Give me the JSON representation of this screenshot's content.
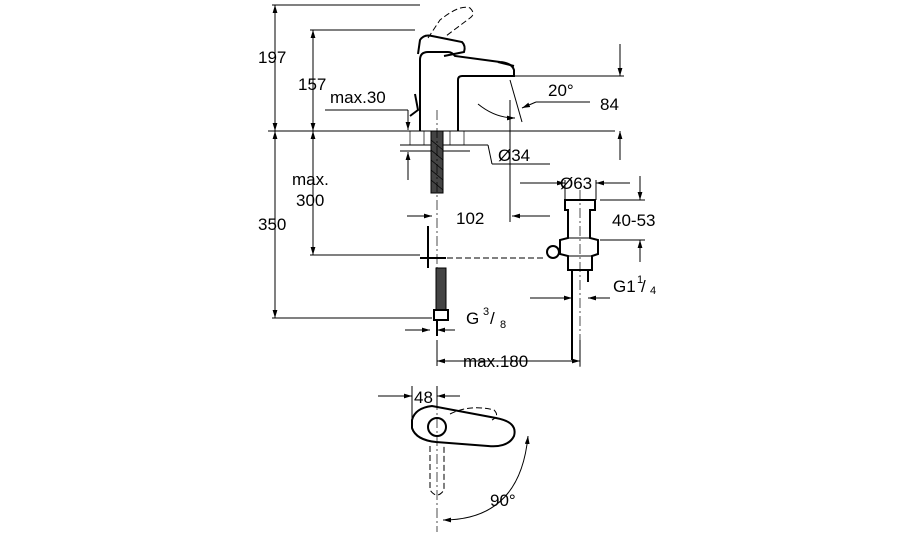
{
  "dimensions": {
    "height_total": "197",
    "height_spout": "157",
    "max_deck": "max.30",
    "angle_spout": "20°",
    "reach": "84",
    "hole_diameter": "Ø34",
    "max_label": "max.",
    "max_value": "300",
    "waste_diameter": "Ø63",
    "projection": "102",
    "waste_height": "40-53",
    "height_below": "350",
    "waste_thread": "G1",
    "waste_thread_num": "1",
    "waste_thread_den": "4",
    "supply_thread": "G",
    "supply_thread_num": "3",
    "supply_thread_den": "8",
    "max_depth": "max.180",
    "lever_width": "48",
    "lever_angle": "90°"
  }
}
